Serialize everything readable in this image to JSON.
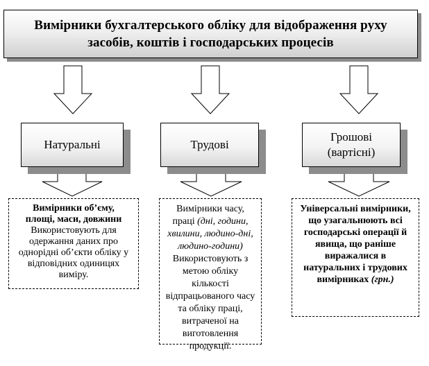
{
  "title": {
    "line1": "Вимірники бухгалтерського обліку для відображення руху",
    "line2": "засобів, коштів  і господарських процесів"
  },
  "categories": [
    {
      "label": "Натуральні",
      "desc": {
        "bold": "Вимірники об’єму, площі, маси, довжини",
        "rest": "Використовують для одержання даних про однорідні  об’єкти обліку у відповідних одиницях  виміру."
      }
    },
    {
      "label": "Трудові",
      "desc": {
        "lead": "Вимірники часу, праці ",
        "italic": "(дні, години, хвилини, людино-дні, людино-години)",
        "rest": "Використовують з метою обліку кількості відпрацьованого часу та обліку праці,  витраченої на виготовлення продукції."
      }
    },
    {
      "label_line1": "Грошові",
      "label_line2": "(вартісні)",
      "desc": {
        "bold": "Універсальні вимірники, що узагальнюють всі господарські операції й явища, що раніше виражалися в натуральних  і трудових вимірниках ",
        "bold_italic": "(грн.)"
      }
    }
  ]
}
